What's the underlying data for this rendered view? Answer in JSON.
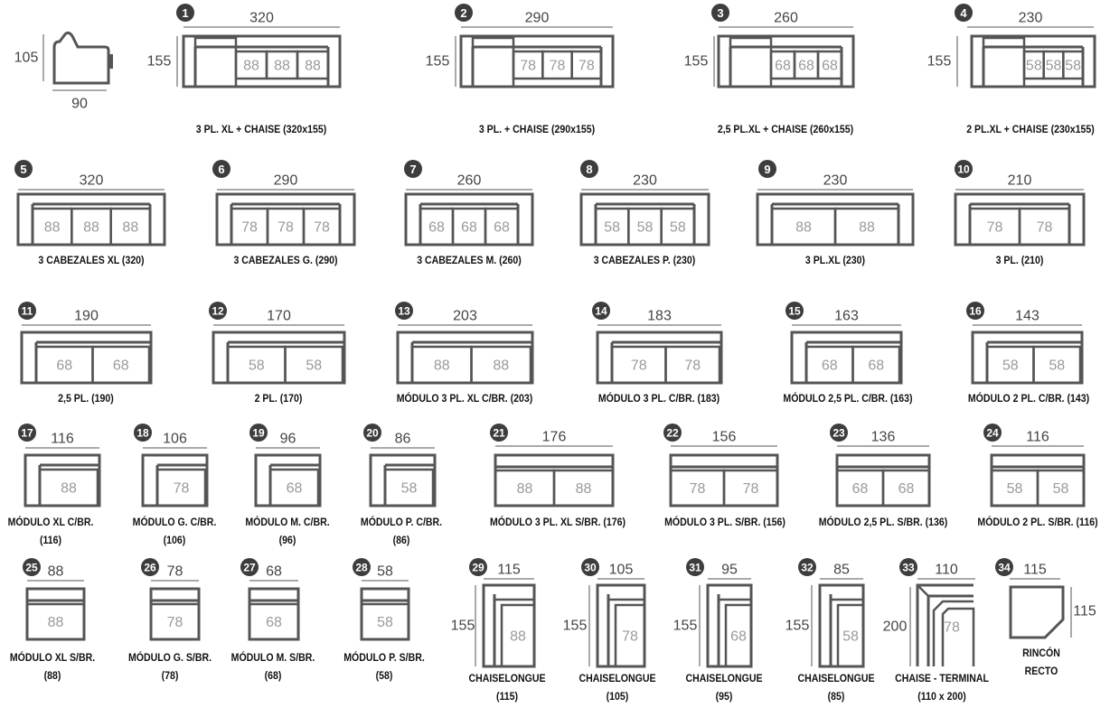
{
  "colors": {
    "line": "#555555",
    "seat_text": "#9a9a9a",
    "dim_text": "#444444",
    "caption_text": "#111111",
    "badge": "#3d3d3d",
    "badge_text": "#ffffff"
  },
  "reference": {
    "height": "105",
    "depth": "90"
  },
  "modules": [
    {
      "id": 1,
      "badge": "1",
      "width": "320",
      "height": "155",
      "seats": [
        "88",
        "88",
        "88"
      ],
      "caption": [
        "3 PL. XL + CHAISE (320x155)"
      ]
    },
    {
      "id": 2,
      "badge": "2",
      "width": "290",
      "height": "155",
      "seats": [
        "78",
        "78",
        "78"
      ],
      "caption": [
        "3 PL. + CHAISE (290x155)"
      ]
    },
    {
      "id": 3,
      "badge": "3",
      "width": "260",
      "height": "155",
      "seats": [
        "68",
        "68",
        "68"
      ],
      "caption": [
        "2,5 PL.XL + CHAISE (260x155)"
      ]
    },
    {
      "id": 4,
      "badge": "4",
      "width": "230",
      "height": "155",
      "seats": [
        "58",
        "58",
        "58"
      ],
      "caption": [
        "2 PL.XL + CHAISE (230x155)"
      ]
    },
    {
      "id": 5,
      "badge": "5",
      "width": "320",
      "seats": [
        "88",
        "88",
        "88"
      ],
      "caption": [
        "3 CABEZALES XL (320)"
      ]
    },
    {
      "id": 6,
      "badge": "6",
      "width": "290",
      "seats": [
        "78",
        "78",
        "78"
      ],
      "caption": [
        "3 CABEZALES G. (290)"
      ]
    },
    {
      "id": 7,
      "badge": "7",
      "width": "260",
      "seats": [
        "68",
        "68",
        "68"
      ],
      "caption": [
        "3 CABEZALES M. (260)"
      ]
    },
    {
      "id": 8,
      "badge": "8",
      "width": "230",
      "seats": [
        "58",
        "58",
        "58"
      ],
      "caption": [
        "3 CABEZALES P. (230)"
      ]
    },
    {
      "id": 9,
      "badge": "9",
      "width": "230",
      "seats": [
        "88",
        "88"
      ],
      "caption": [
        "3 PL.XL (230)"
      ]
    },
    {
      "id": 10,
      "badge": "10",
      "width": "210",
      "seats": [
        "78",
        "78"
      ],
      "caption": [
        "3 PL. (210)"
      ]
    },
    {
      "id": 11,
      "badge": "11",
      "width": "190",
      "seats": [
        "68",
        "68"
      ],
      "caption": [
        "2,5 PL. (190)"
      ]
    },
    {
      "id": 12,
      "badge": "12",
      "width": "170",
      "seats": [
        "58",
        "58"
      ],
      "caption": [
        "2 PL. (170)"
      ]
    },
    {
      "id": 13,
      "badge": "13",
      "width": "203",
      "seats": [
        "88",
        "88"
      ],
      "caption": [
        "MÓDULO 3 PL. XL C/BR. (203)"
      ]
    },
    {
      "id": 14,
      "badge": "14",
      "width": "183",
      "seats": [
        "78",
        "78"
      ],
      "caption": [
        "MÓDULO 3 PL. C/BR. (183)"
      ]
    },
    {
      "id": 15,
      "badge": "15",
      "width": "163",
      "seats": [
        "68",
        "68"
      ],
      "caption": [
        "MÓDULO 2,5 PL. C/BR. (163)"
      ]
    },
    {
      "id": 16,
      "badge": "16",
      "width": "143",
      "seats": [
        "58",
        "58"
      ],
      "caption": [
        "MÓDULO 2 PL. C/BR. (143)"
      ]
    },
    {
      "id": 17,
      "badge": "17",
      "width": "116",
      "seats": [
        "88"
      ],
      "caption": [
        "MÓDULO XL C/BR.",
        "(116)"
      ]
    },
    {
      "id": 18,
      "badge": "18",
      "width": "106",
      "seats": [
        "78"
      ],
      "caption": [
        "MÓDULO G. C/BR.",
        "(106)"
      ]
    },
    {
      "id": 19,
      "badge": "19",
      "width": "96",
      "seats": [
        "68"
      ],
      "caption": [
        "MÓDULO M. C/BR.",
        "(96)"
      ]
    },
    {
      "id": 20,
      "badge": "20",
      "width": "86",
      "seats": [
        "58"
      ],
      "caption": [
        "MÓDULO P. C/BR.",
        "(86)"
      ]
    },
    {
      "id": 21,
      "badge": "21",
      "width": "176",
      "seats": [
        "88",
        "88"
      ],
      "caption": [
        "MÓDULO 3 PL. XL S/BR. (176)"
      ]
    },
    {
      "id": 22,
      "badge": "22",
      "width": "156",
      "seats": [
        "78",
        "78"
      ],
      "caption": [
        "MÓDULO 3 PL. S/BR. (156)"
      ]
    },
    {
      "id": 23,
      "badge": "23",
      "width": "136",
      "seats": [
        "68",
        "68"
      ],
      "caption": [
        "MÓDULO 2,5 PL. S/BR. (136)"
      ]
    },
    {
      "id": 24,
      "badge": "24",
      "width": "116",
      "seats": [
        "58",
        "58"
      ],
      "caption": [
        "MÓDULO 2 PL. S/BR. (116)"
      ]
    },
    {
      "id": 25,
      "badge": "25",
      "width": "88",
      "seats": [
        "88"
      ],
      "caption": [
        "MÓDULO XL S/BR.",
        "(88)"
      ]
    },
    {
      "id": 26,
      "badge": "26",
      "width": "78",
      "seats": [
        "78"
      ],
      "caption": [
        "MÓDULO G. S/BR.",
        "(78)"
      ]
    },
    {
      "id": 27,
      "badge": "27",
      "width": "68",
      "seats": [
        "68"
      ],
      "caption": [
        "MÓDULO M. S/BR.",
        "(68)"
      ]
    },
    {
      "id": 28,
      "badge": "28",
      "width": "58",
      "seats": [
        "58"
      ],
      "caption": [
        "MÓDULO P. S/BR.",
        "(58)"
      ]
    },
    {
      "id": 29,
      "badge": "29",
      "width": "115",
      "height": "155",
      "seats": [
        "88"
      ],
      "caption": [
        "CHAISELONGUE",
        "(115)"
      ]
    },
    {
      "id": 30,
      "badge": "30",
      "width": "105",
      "height": "155",
      "seats": [
        "78"
      ],
      "caption": [
        "CHAISELONGUE",
        "(105)"
      ]
    },
    {
      "id": 31,
      "badge": "31",
      "width": "95",
      "height": "155",
      "seats": [
        "68"
      ],
      "caption": [
        "CHAISELONGUE",
        "(95)"
      ]
    },
    {
      "id": 32,
      "badge": "32",
      "width": "85",
      "height": "155",
      "seats": [
        "58"
      ],
      "caption": [
        "CHAISELONGUE",
        "(85)"
      ]
    },
    {
      "id": 33,
      "badge": "33",
      "width": "110",
      "height": "200",
      "seats": [
        "78"
      ],
      "caption": [
        "CHAISE - TERMINAL",
        "(110 x 200)"
      ]
    },
    {
      "id": 34,
      "badge": "34",
      "width": "115",
      "height": "115",
      "seats": [],
      "caption": [
        "RINCÓN",
        "RECTO"
      ]
    }
  ]
}
